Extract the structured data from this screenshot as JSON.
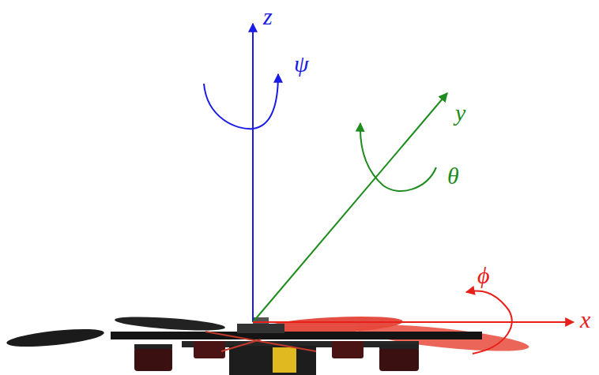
{
  "diagram": {
    "labels": [
      "z",
      "ψ",
      "y",
      "θ",
      "ϕ",
      "x"
    ]
  }
}
